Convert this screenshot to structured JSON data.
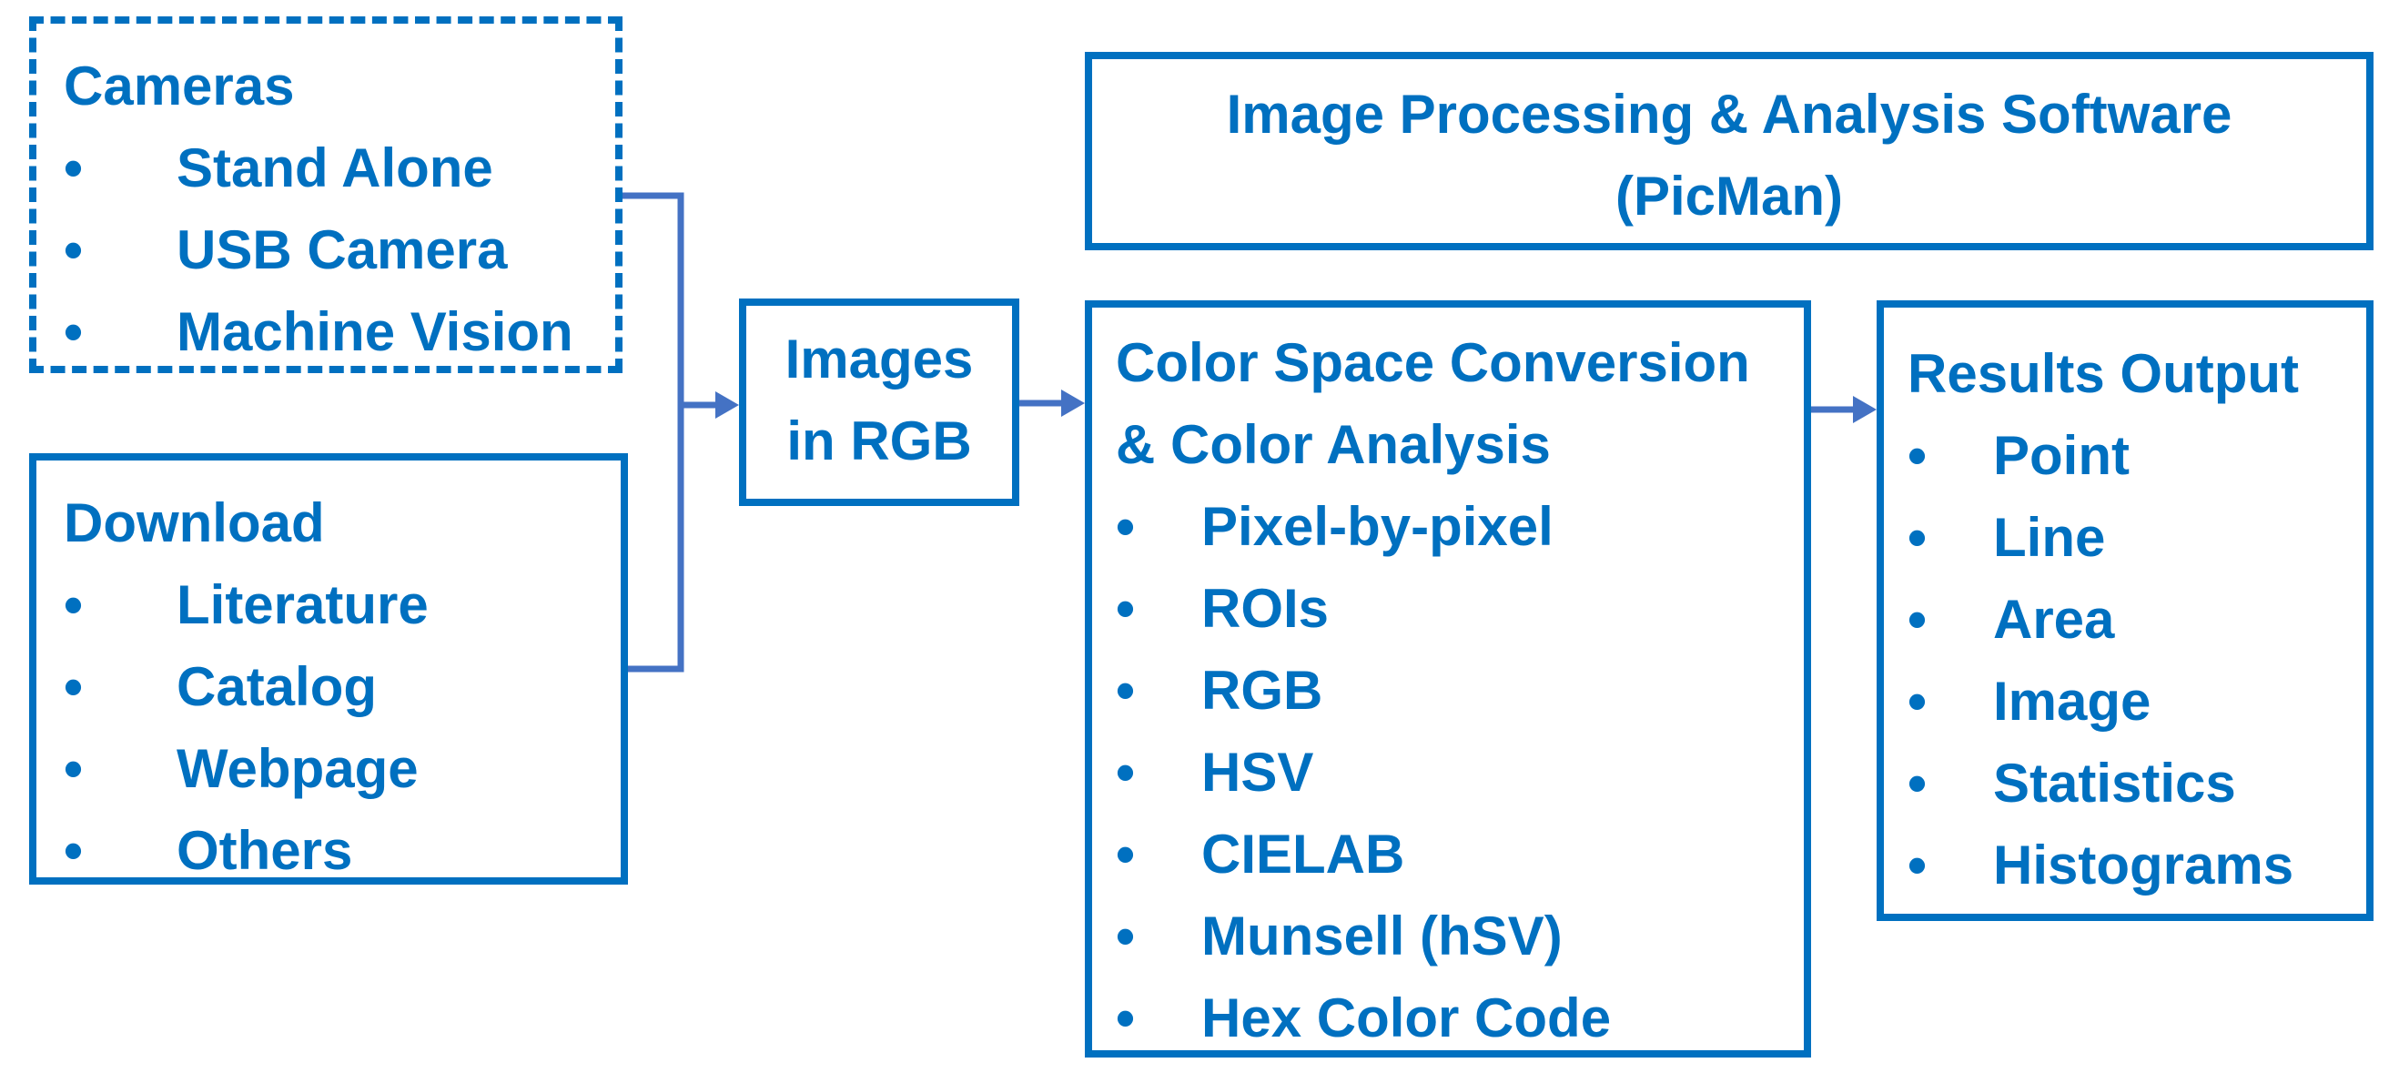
{
  "colors": {
    "box_border": "#0070C0",
    "text": "#0070C0",
    "connector": "#4472C4"
  },
  "cameras": {
    "title": "Cameras",
    "items": [
      "Stand Alone",
      "USB Camera",
      "Machine Vision"
    ]
  },
  "download": {
    "title": "Download",
    "items": [
      "Literature",
      "Catalog",
      "Webpage",
      "Others"
    ]
  },
  "images": {
    "line1": "Images",
    "line2": "in RGB"
  },
  "software": {
    "line1": "Image Processing & Analysis Software",
    "line2": "(PicMan)"
  },
  "color_analysis": {
    "title_line1": "Color Space Conversion",
    "title_line2": "& Color Analysis",
    "items": [
      "Pixel-by-pixel",
      "ROIs",
      "RGB",
      "HSV",
      "CIELAB",
      "Munsell (hSV)",
      "Hex Color Code"
    ]
  },
  "results": {
    "title": "Results Output",
    "items": [
      "Point",
      "Line",
      "Area",
      "Image",
      "Statistics",
      "Histograms"
    ]
  }
}
